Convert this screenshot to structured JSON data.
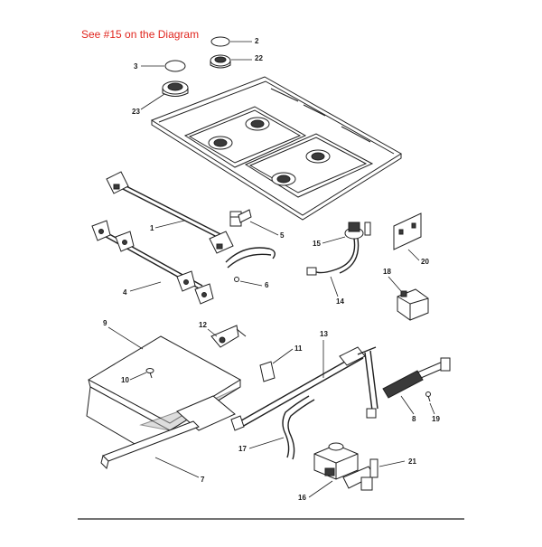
{
  "caption": "See #15 on the Diagram",
  "callouts": [
    {
      "id": "c2",
      "label": "2"
    },
    {
      "id": "c3",
      "label": "3"
    },
    {
      "id": "c22",
      "label": "22"
    },
    {
      "id": "c23",
      "label": "23"
    },
    {
      "id": "c1",
      "label": "1"
    },
    {
      "id": "c5",
      "label": "5"
    },
    {
      "id": "c15",
      "label": "15"
    },
    {
      "id": "c20",
      "label": "20"
    },
    {
      "id": "c4",
      "label": "4"
    },
    {
      "id": "c6",
      "label": "6"
    },
    {
      "id": "c14",
      "label": "14"
    },
    {
      "id": "c18",
      "label": "18"
    },
    {
      "id": "c9",
      "label": "9"
    },
    {
      "id": "c12",
      "label": "12"
    },
    {
      "id": "c13",
      "label": "13"
    },
    {
      "id": "c11",
      "label": "11"
    },
    {
      "id": "c10",
      "label": "10"
    },
    {
      "id": "c8",
      "label": "8"
    },
    {
      "id": "c19",
      "label": "19"
    },
    {
      "id": "c17",
      "label": "17"
    },
    {
      "id": "c21",
      "label": "21"
    },
    {
      "id": "c7",
      "label": "7"
    },
    {
      "id": "c16",
      "label": "16"
    }
  ],
  "colors": {
    "caption": "#e0261f",
    "line": "#1f1f1f"
  }
}
